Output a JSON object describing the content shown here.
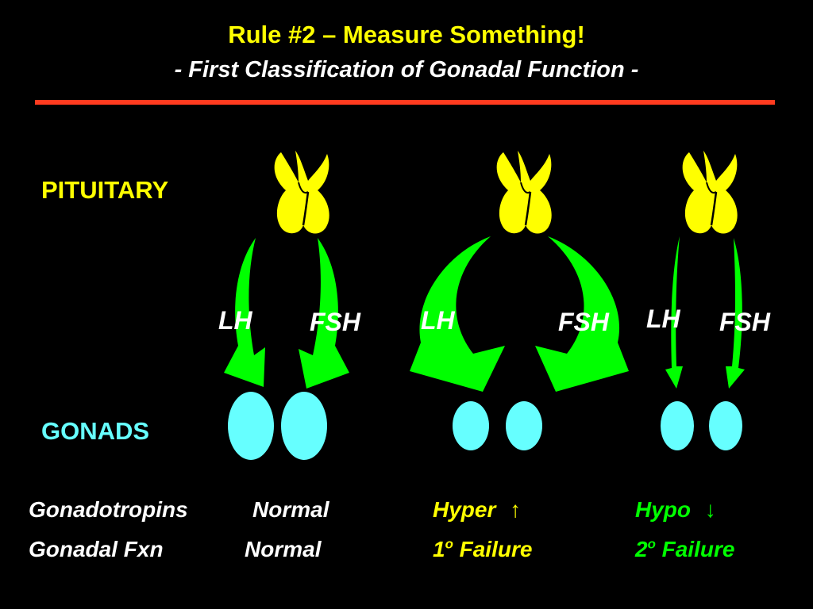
{
  "title": "Rule #2 – Measure Something!",
  "subtitle": "- First Classification of Gonadal Function -",
  "labels": {
    "pituitary": "PITUITARY",
    "gonads": "GONADS"
  },
  "hormones": {
    "lh": "LH",
    "fsh": "FSH"
  },
  "rows": {
    "gonadotropins": {
      "label": "Gonadotropins",
      "normal": "Normal",
      "hyper": "Hyper",
      "hyper_arrow": "↑",
      "hypo": "Hypo",
      "hypo_arrow": "↓"
    },
    "gonadal_fxn": {
      "label": "Gonadal Fxn",
      "normal": "Normal",
      "primary_num": "1",
      "primary_sup": "o",
      "primary_text": " Failure",
      "secondary_num": "2",
      "secondary_sup": "o",
      "secondary_text": " Failure"
    }
  },
  "colors": {
    "title": "#ffff00",
    "rule": "#ff3b1f",
    "pituitary": "#ffff00",
    "arrow": "#00ff00",
    "gonad": "#66ffff",
    "label_yellow": "#ffff00",
    "label_green": "#00ff00"
  }
}
